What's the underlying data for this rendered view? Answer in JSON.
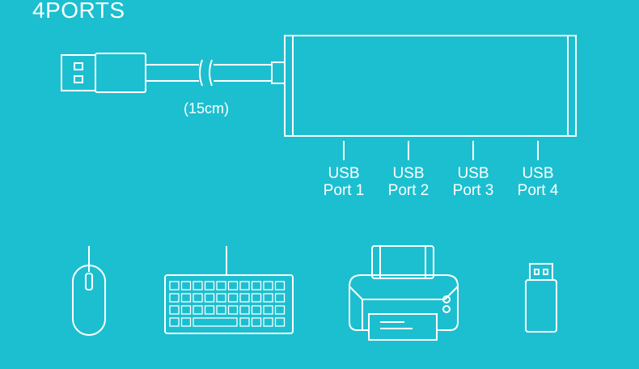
{
  "title": "4PORTS",
  "cable_length": "(15cm)",
  "ports": [
    {
      "line1": "USB",
      "line2": "Port 1"
    },
    {
      "line1": "USB",
      "line2": "Port 2"
    },
    {
      "line1": "USB",
      "line2": "Port 3"
    },
    {
      "line1": "USB",
      "line2": "Port 4"
    }
  ],
  "devices": [
    "mouse-icon",
    "keyboard-icon",
    "printer-icon",
    "usb-flash-drive-icon"
  ],
  "colors": {
    "background": "#1cbfd0",
    "line": "#ffffff"
  }
}
